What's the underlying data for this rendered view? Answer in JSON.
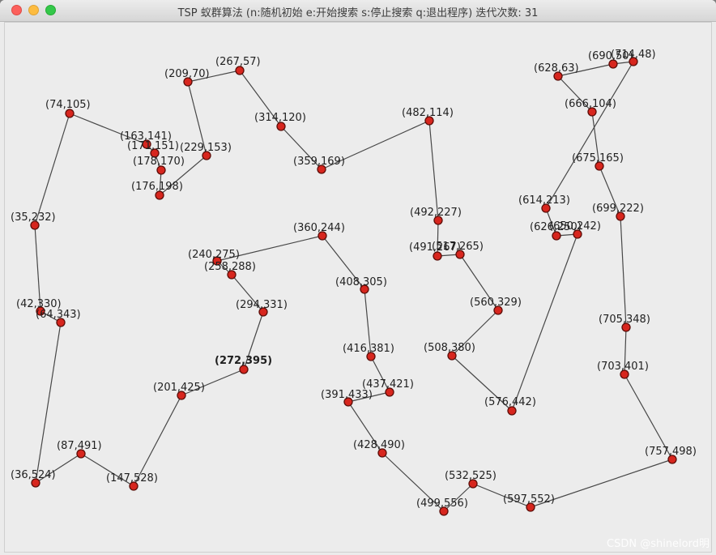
{
  "window": {
    "title": "TSP 蚁群算法 (n:随机初始 e:开始搜索 s:停止搜索 q:退出程序) 迭代次数: 31"
  },
  "watermark": "CSDN @shinelord明",
  "colors": {
    "city_fill": "#d7261e",
    "route_line": "#474747",
    "canvas_bg": "#ececec"
  },
  "cities": [
    {
      "id": "c01",
      "label": "(74,105)"
    },
    {
      "id": "c02",
      "label": "(209,70)"
    },
    {
      "id": "c03",
      "label": "(267,57)"
    },
    {
      "id": "c04",
      "label": "(314,120)"
    },
    {
      "id": "c05",
      "label": "(482,114)"
    },
    {
      "id": "c06",
      "label": "(628,63)"
    },
    {
      "id": "c07",
      "label": "(690,50)"
    },
    {
      "id": "c08",
      "label": "(714,48)"
    },
    {
      "id": "c09",
      "label": "(666,104)"
    },
    {
      "id": "c10",
      "label": "(163,141)"
    },
    {
      "id": "c11",
      "label": "(171,151)"
    },
    {
      "id": "c12",
      "label": "(229,153)"
    },
    {
      "id": "c13",
      "label": "(178,170)"
    },
    {
      "id": "c14",
      "label": "(176,198)"
    },
    {
      "id": "c15",
      "label": "(359,169)"
    },
    {
      "id": "c16",
      "label": "(675,165)"
    },
    {
      "id": "c17",
      "label": "(35,232)"
    },
    {
      "id": "c18",
      "label": "(492,227)"
    },
    {
      "id": "c19",
      "label": "(614,213)"
    },
    {
      "id": "c20",
      "label": "(699,222)"
    },
    {
      "id": "c21",
      "label": "(360,244)"
    },
    {
      "id": "c22",
      "label": "(626,250)"
    },
    {
      "id": "c23",
      "label": "(650,242)"
    },
    {
      "id": "c24",
      "label": "(491,267)"
    },
    {
      "id": "c25",
      "label": "(517,265)"
    },
    {
      "id": "c26",
      "label": "(240,275)"
    },
    {
      "id": "c27",
      "label": "(258,288)"
    },
    {
      "id": "c28",
      "label": "(408,305)"
    },
    {
      "id": "c29",
      "label": "(42,330)"
    },
    {
      "id": "c30",
      "label": "(64,343)"
    },
    {
      "id": "c31",
      "label": "(294,331)"
    },
    {
      "id": "c32",
      "label": "(560,329)"
    },
    {
      "id": "c33",
      "label": "(705,348)"
    },
    {
      "id": "c34",
      "label": "(416,381)"
    },
    {
      "id": "c35",
      "label": "(508,380)"
    },
    {
      "id": "c36",
      "label": "(272,395)",
      "bold": true
    },
    {
      "id": "c37",
      "label": "(703,401)"
    },
    {
      "id": "c38",
      "label": "(437,421)"
    },
    {
      "id": "c39",
      "label": "(201,425)"
    },
    {
      "id": "c40",
      "label": "(391,433)"
    },
    {
      "id": "c41",
      "label": "(576,442)"
    },
    {
      "id": "c42",
      "label": "(87,491)"
    },
    {
      "id": "c43",
      "label": "(428,490)"
    },
    {
      "id": "c44",
      "label": "(757,498)"
    },
    {
      "id": "c45",
      "label": "(36,524)"
    },
    {
      "id": "c46",
      "label": "(532,525)"
    },
    {
      "id": "c47",
      "label": "(147,528)"
    },
    {
      "id": "c48",
      "label": "(597,552)"
    },
    {
      "id": "c49",
      "label": "(499,556)"
    }
  ]
}
